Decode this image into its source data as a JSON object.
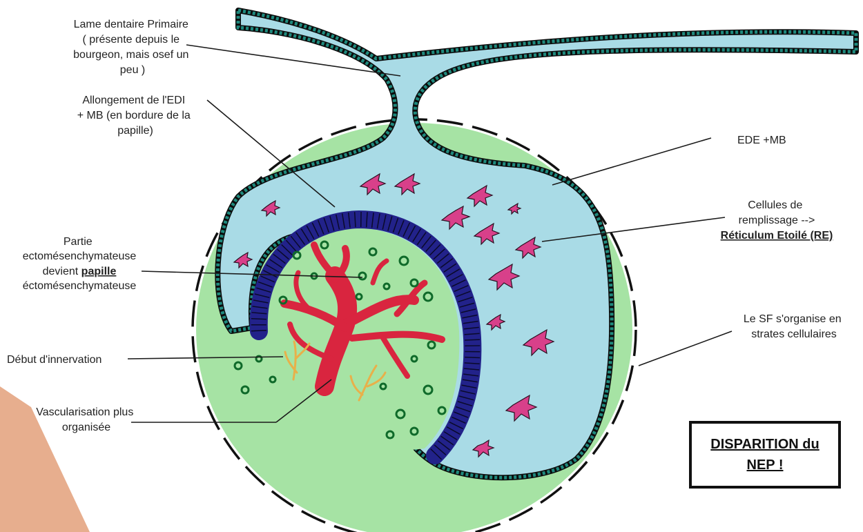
{
  "labels": {
    "lame_dentaire": [
      "Lame dentaire Primaire",
      "( présente depuis le",
      "bourgeon, mais osef un",
      "peu )"
    ],
    "allongement": [
      "Allongement de l'EDI",
      "+ MB (en bordure de la",
      "papille)"
    ],
    "ede_mb": "EDE +MB",
    "cellules": [
      "Cellules de",
      "remplissage -->"
    ],
    "reticulum": "Réticulum Etoilé (RE)",
    "partie": [
      "Partie",
      "ectomésenchymateuse"
    ],
    "devient_pre": "devient ",
    "devient_papille": "papille",
    "partie_end": "éctomésenchymateuse",
    "sf": [
      "Le SF s'organise en",
      "strates cellulaires"
    ],
    "innervation": "Début d'innervation",
    "vascularisation": [
      "Vascularisation plus",
      "organisée"
    ]
  },
  "callout": [
    "DISPARITION du",
    "NEP !"
  ],
  "colors": {
    "sac_folliculaire": "#a6e3a4",
    "epithelium": "#a9dbe6",
    "membrane_teal": "#1f8a7e",
    "edi_navy": "#22228a",
    "vessels": "#d9253f",
    "nerves": "#e8b04a",
    "stellate_cells": "#d8408a",
    "corner_accent": "#e7ae8e"
  }
}
